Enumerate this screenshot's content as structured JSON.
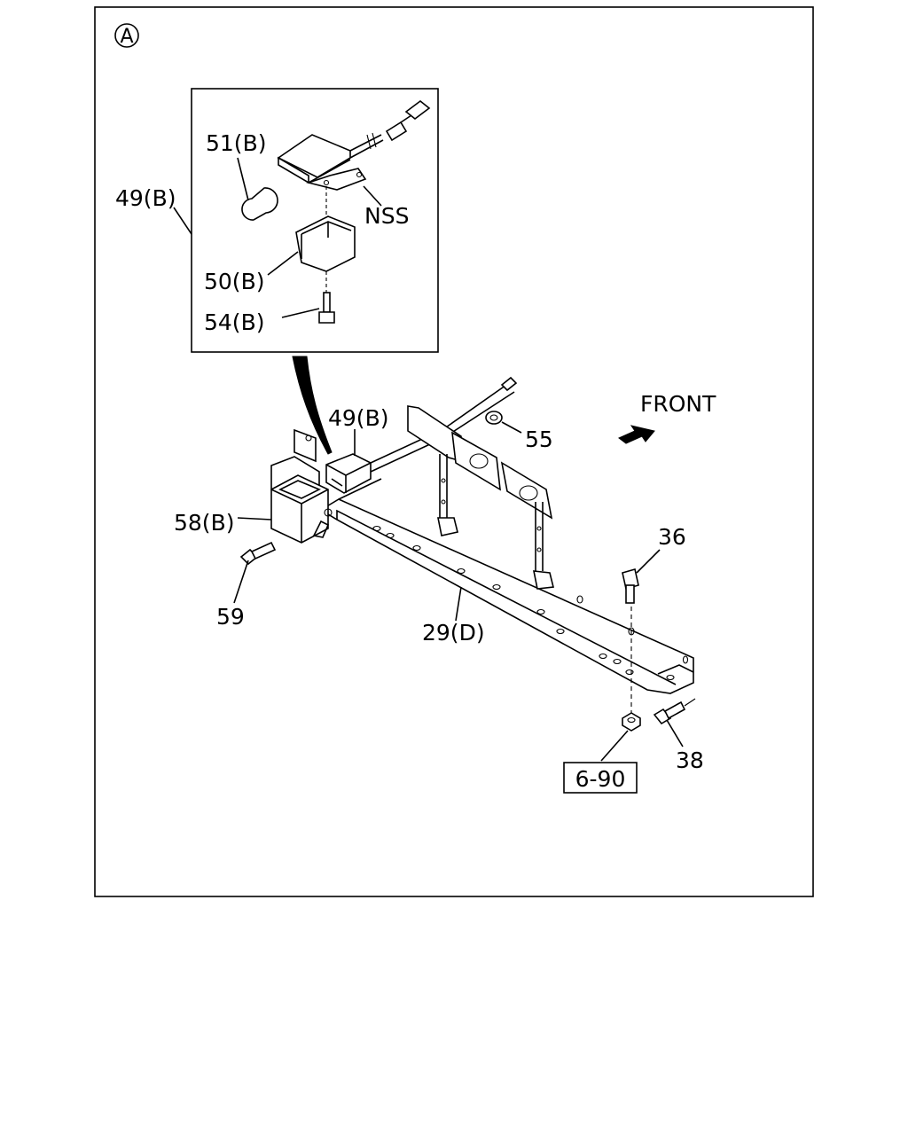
{
  "view_marker": "A",
  "direction_label": "FRONT",
  "callouts": {
    "bulb": "51(B)",
    "lamp_assembly_inset": "49(B)",
    "not_serviced": "NSS",
    "lens": "50(B)",
    "lamp_screw": "54(B)",
    "lamp_assembly": "49(B)",
    "nut_55": "55",
    "lamp_housing": "58(B)",
    "bolt_59": "59",
    "bolt_36": "36",
    "bracket": "29(D)",
    "bolt_38": "38",
    "figure_reference": "6-90"
  }
}
